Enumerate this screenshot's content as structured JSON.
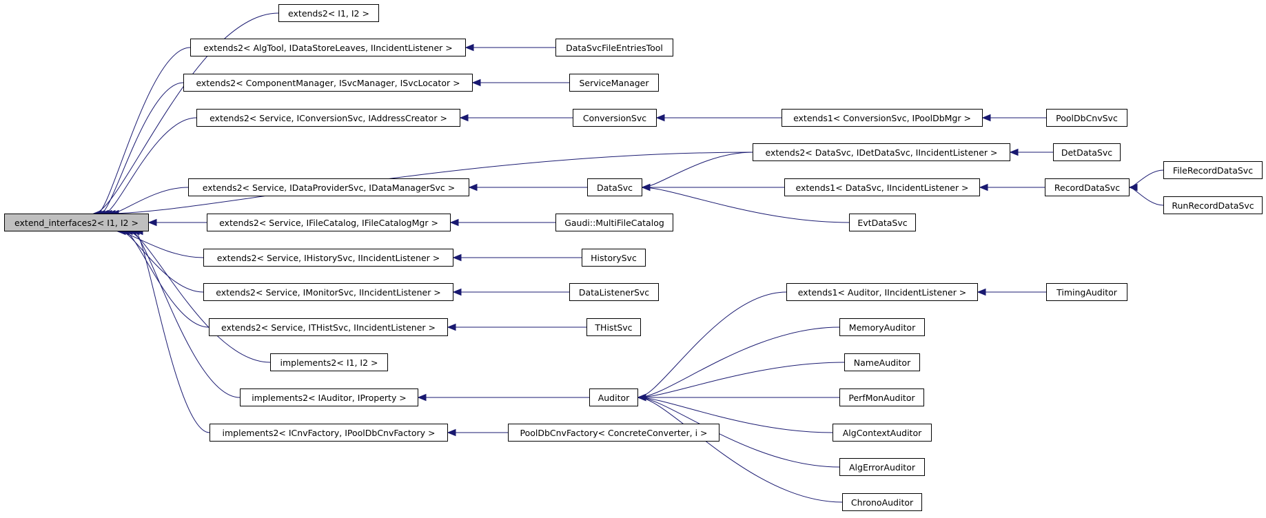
{
  "nodes": {
    "root": "extend_interfaces2< I1, I2 >",
    "ext2_i1i2": "extends2< I1, I2 >",
    "ext2_algtool": "extends2< AlgTool, IDataStoreLeaves, IIncidentListener >",
    "ext2_compmgr": "extends2< ComponentManager, ISvcManager, ISvcLocator >",
    "ext2_convsvc": "extends2< Service, IConversionSvc, IAddressCreator >",
    "ext2_datasvc_det": "extends2< DataSvc, IDetDataSvc, IIncidentListener >",
    "ext2_dataprov": "extends2< Service, IDataProviderSvc, IDataManagerSvc >",
    "ext2_filecat": "extends2< Service, IFileCatalog, IFileCatalogMgr >",
    "ext2_hist": "extends2< Service, IHistorySvc, IIncidentListener >",
    "ext2_monitor": "extends2< Service, IMonitorSvc, IIncidentListener >",
    "ext2_thist": "extends2< Service, ITHistSvc, IIncidentListener >",
    "impl2_i1i2": "implements2< I1, I2 >",
    "impl2_auditor": "implements2< IAuditor, IProperty >",
    "impl2_cnvfactory": "implements2< ICnvFactory, IPoolDbCnvFactory >",
    "datasvcfileentriestool": "DataSvcFileEntriesTool",
    "servicemanager": "ServiceManager",
    "conversionsvc": "ConversionSvc",
    "ext1_convsvc": "extends1< ConversionSvc, IPoolDbMgr >",
    "pooldbcnvsvc": "PoolDbCnvSvc",
    "detdatasvc": "DetDataSvc",
    "datasvc": "DataSvc",
    "ext1_datasvc": "extends1< DataSvc, IIncidentListener >",
    "recorddatasvc": "RecordDataSvc",
    "filerecorddatasvc": "FileRecordDataSvc",
    "runrecorddatasvc": "RunRecordDataSvc",
    "evtdatasvc": "EvtDataSvc",
    "multifilecatalog": "Gaudi::MultiFileCatalog",
    "historysvc": "HistorySvc",
    "datalistenersvc": "DataListenerSvc",
    "thistsvc": "THistSvc",
    "ext1_auditor": "extends1< Auditor, IIncidentListener >",
    "timingauditor": "TimingAuditor",
    "memoryauditor": "MemoryAuditor",
    "nameauditor": "NameAuditor",
    "auditor": "Auditor",
    "perfmonauditor": "PerfMonAuditor",
    "algcontextauditor": "AlgContextAuditor",
    "algerrorauditor": "AlgErrorAuditor",
    "chronoauditor": "ChronoAuditor",
    "pooldbcnvfactory": "PoolDbCnvFactory< ConcreteConverter, i >"
  },
  "edges": [
    {
      "from": "ext2_i1i2",
      "to": "root"
    },
    {
      "from": "ext2_algtool",
      "to": "root"
    },
    {
      "from": "ext2_compmgr",
      "to": "root"
    },
    {
      "from": "ext2_convsvc",
      "to": "root"
    },
    {
      "from": "ext2_datasvc_det",
      "to": "root"
    },
    {
      "from": "ext2_dataprov",
      "to": "root"
    },
    {
      "from": "ext2_filecat",
      "to": "root"
    },
    {
      "from": "ext2_hist",
      "to": "root"
    },
    {
      "from": "ext2_monitor",
      "to": "root"
    },
    {
      "from": "ext2_thist",
      "to": "root"
    },
    {
      "from": "impl2_i1i2",
      "to": "root"
    },
    {
      "from": "impl2_auditor",
      "to": "root"
    },
    {
      "from": "impl2_cnvfactory",
      "to": "root"
    },
    {
      "from": "datasvcfileentriestool",
      "to": "ext2_algtool"
    },
    {
      "from": "servicemanager",
      "to": "ext2_compmgr"
    },
    {
      "from": "conversionsvc",
      "to": "ext2_convsvc"
    },
    {
      "from": "ext1_convsvc",
      "to": "conversionsvc"
    },
    {
      "from": "pooldbcnvsvc",
      "to": "ext1_convsvc"
    },
    {
      "from": "detdatasvc",
      "to": "ext2_datasvc_det"
    },
    {
      "from": "ext2_datasvc_det",
      "to": "datasvc"
    },
    {
      "from": "datasvc",
      "to": "ext2_dataprov"
    },
    {
      "from": "ext1_datasvc",
      "to": "datasvc"
    },
    {
      "from": "evtdatasvc",
      "to": "datasvc"
    },
    {
      "from": "recorddatasvc",
      "to": "ext1_datasvc"
    },
    {
      "from": "filerecorddatasvc",
      "to": "recorddatasvc"
    },
    {
      "from": "runrecorddatasvc",
      "to": "recorddatasvc"
    },
    {
      "from": "multifilecatalog",
      "to": "ext2_filecat"
    },
    {
      "from": "historysvc",
      "to": "ext2_hist"
    },
    {
      "from": "datalistenersvc",
      "to": "ext2_monitor"
    },
    {
      "from": "thistsvc",
      "to": "ext2_thist"
    },
    {
      "from": "auditor",
      "to": "impl2_auditor"
    },
    {
      "from": "ext1_auditor",
      "to": "auditor"
    },
    {
      "from": "timingauditor",
      "to": "ext1_auditor"
    },
    {
      "from": "memoryauditor",
      "to": "auditor"
    },
    {
      "from": "nameauditor",
      "to": "auditor"
    },
    {
      "from": "perfmonauditor",
      "to": "auditor"
    },
    {
      "from": "algcontextauditor",
      "to": "auditor"
    },
    {
      "from": "algerrorauditor",
      "to": "auditor"
    },
    {
      "from": "chronoauditor",
      "to": "auditor"
    },
    {
      "from": "pooldbcnvfactory",
      "to": "impl2_cnvfactory"
    }
  ],
  "colors": {
    "edge": "#191970",
    "root_fill": "#bfbfbf",
    "node_fill": "#ffffff",
    "node_border": "#000000"
  }
}
